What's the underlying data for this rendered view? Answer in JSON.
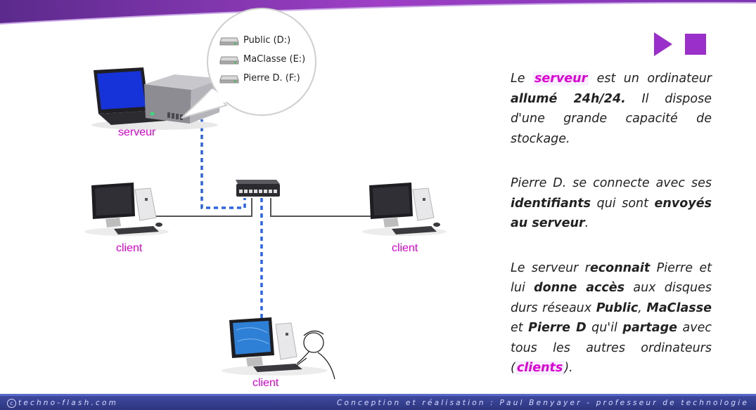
{
  "diagram": {
    "labels": {
      "server": "serveur",
      "client_left": "client",
      "client_right": "client",
      "client_bottom": "client"
    },
    "drives": [
      {
        "label": "Public (D:)",
        "icon": "hard-drive-icon"
      },
      {
        "label": "MaClasse (E:)",
        "icon": "hard-drive-icon"
      },
      {
        "label": "Pierre D. (F:)",
        "icon": "hard-drive-icon"
      }
    ],
    "colors": {
      "data_link": "#2a64e6",
      "cable": "#555555",
      "label": "#e000d8"
    }
  },
  "controls": {
    "play_icon": "play-icon",
    "stop_icon": "stop-icon",
    "color": "#9b2fc9"
  },
  "text": {
    "p1": {
      "t1": "Le ",
      "b1": "serveur",
      "t2": " est un ordinateur ",
      "b2": "allumé 24h/24.",
      "t3": " Il dispose d'une grande capacité de stockage."
    },
    "p2": {
      "t1": "Pierre D. se connecte avec ses ",
      "b1": "identifiants",
      "t2": " qui sont ",
      "b2": "envoyés au serveur",
      "t3": "."
    },
    "p3": {
      "t1": "Le serveur  r",
      "b1": "econnait",
      "t2": " Pierre et lui ",
      "b2": "donne accès",
      "t3": " aux disques durs réseaux ",
      "b3": "Public",
      "t4": ", ",
      "b4": "MaClasse",
      "t5": " et ",
      "b5": "Pierre D",
      "t6": " qu'il ",
      "b6": "partage",
      "t7": " avec tous les autres ordinateurs (",
      "b7": "clients",
      "t8": ")."
    }
  },
  "footer": {
    "copyright_symbol": "c",
    "site": "techno-flash.com",
    "credit": "Conception et réalisation : Paul Benyayer - professeur de technologie"
  }
}
